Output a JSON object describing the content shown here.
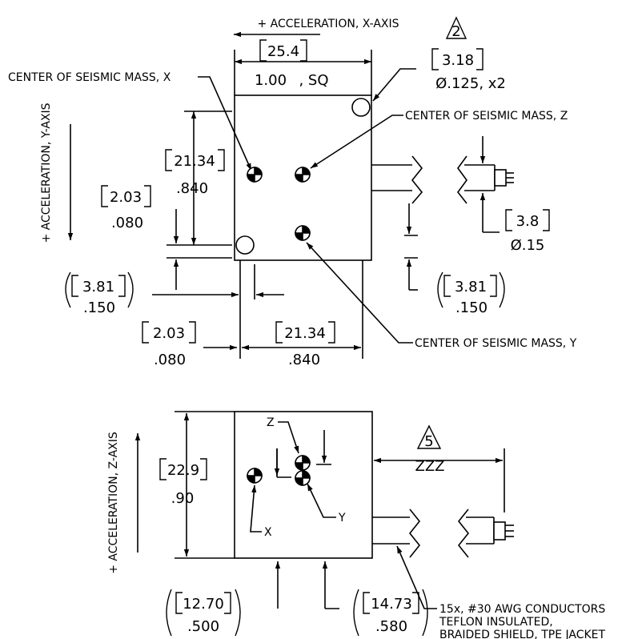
{
  "top_view": {
    "x_axis_label": "+ ACCELERATION, X-AXIS",
    "y_axis_label": "+ ACCELERATION, Y-AXIS",
    "width_metric": "25.4",
    "width_imperial": "1.00",
    "width_suffix": ", SQ",
    "note_number": "2",
    "hole_metric": "3.18",
    "hole_imperial": "Ø.125, x2",
    "center_x_label": "CENTER OF SEISMIC MASS, X",
    "center_z_label": "CENTER OF SEISMIC MASS, Z",
    "center_y_label": "CENTER OF SEISMIC MASS, Y",
    "height_metric": "21.34",
    "height_imperial": ".840",
    "offset_metric": "2.03",
    "offset_imperial": ".080",
    "cable_dia_metric": "3.8",
    "cable_dia_imperial": "Ø.15",
    "left_ref_metric": "3.81",
    "left_ref_imperial": ".150",
    "right_ref_metric": "3.81",
    "right_ref_imperial": ".150",
    "bottom_offset_metric": "2.03",
    "bottom_offset_imperial": ".080",
    "bottom_span_metric": "21.34",
    "bottom_span_imperial": ".840"
  },
  "side_view": {
    "z_axis_label": "+ ACCELERATION, Z-AXIS",
    "height_metric": "22.9",
    "height_imperial": ".90",
    "z_label": "Z",
    "x_label": "X",
    "y_label": "Y",
    "note_number": "5",
    "cable_length": "ZZZ",
    "left_ref_metric": "12.70",
    "left_ref_imperial": ".500",
    "right_ref_metric": "14.73",
    "right_ref_imperial": ".580",
    "cable_note_line1": "15x, #30 AWG CONDUCTORS",
    "cable_note_line2": "TEFLON INSULATED,",
    "cable_note_line3": "BRAIDED SHIELD, TPE JACKET"
  }
}
